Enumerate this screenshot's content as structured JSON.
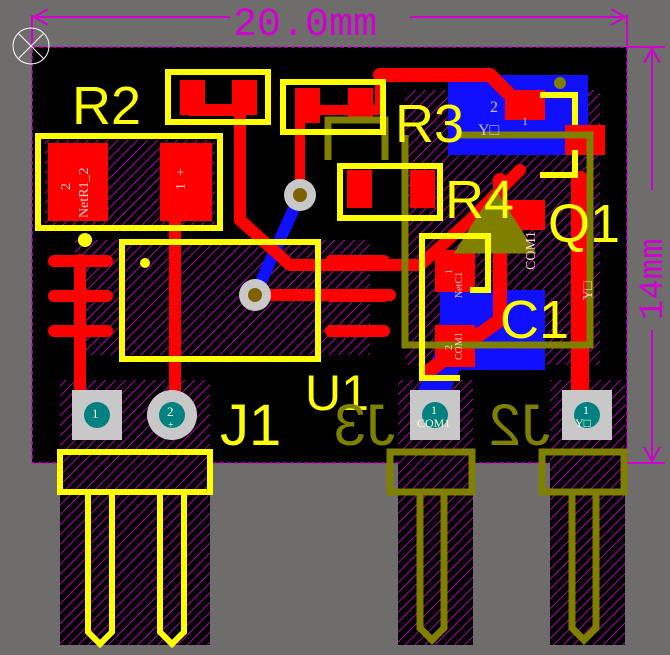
{
  "colors": {
    "background": "#6f6c6c",
    "board": "#000000",
    "top_copper": "#ff0000",
    "bottom_copper": "#1010ff",
    "top_overlay": "#ffff00",
    "bottom_overlay": "#808000",
    "mechanical": "#d000d0",
    "via": "#c8c8c8"
  },
  "dimensions": {
    "width": "20.0mm",
    "height": "14mm"
  },
  "designators": {
    "r2": "R2",
    "r3": "R3",
    "r4": "R4",
    "q1": "Q1",
    "c1": "C1",
    "u1": "U1",
    "j1": "J1",
    "j2": "J2",
    "j3": "J3"
  },
  "pads": {
    "r1_pad2_num": "2",
    "r1_pad2_net": "NetR1_2",
    "r1_pad1_num": "1",
    "r1_pad1_net": "+",
    "c1_pad1_num": "1",
    "c1_pad1_net": "NetC1",
    "c1_pad2_num": "2",
    "c1_pad2_net": "COM1",
    "q1_pad_net": "COM1",
    "q1_y_net": "Y□",
    "q_pad2_num": "2",
    "q_pad1_num": "1",
    "j1_pad1": "1",
    "j1_pad2": "2",
    "j1_pad2_net": "+",
    "j3_pad1": "1",
    "j3_pad1_net": "COM1",
    "j2_pad1": "1",
    "j2_pad1_net": "Y□"
  }
}
